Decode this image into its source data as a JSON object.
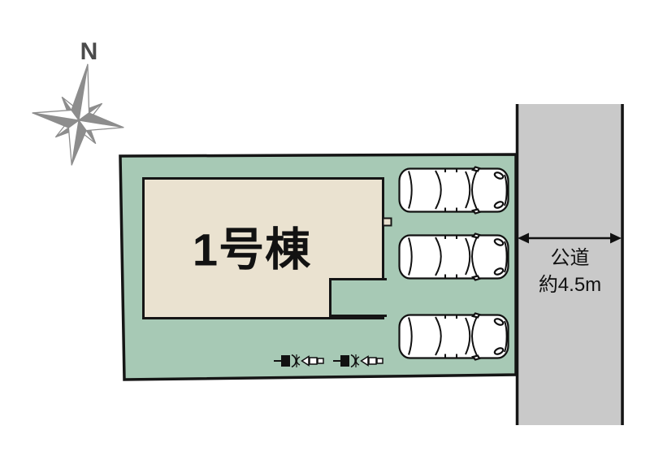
{
  "compass": {
    "north_label": "N"
  },
  "building": {
    "label": "1号棟"
  },
  "road": {
    "type_label": "公道",
    "width_label": "約4.5m"
  },
  "parking": {
    "car_count": 3
  },
  "colors": {
    "plot_green": "#a7c9b5",
    "building_beige": "#eae2d0",
    "road_gray": "#c9c9c9",
    "outline": "#151515",
    "compass_gray": "#8d8d8d"
  },
  "icons": {
    "compass": "compass-rose-icon",
    "car": "car-top-view-icon",
    "meter": "utility-meter-icon"
  }
}
